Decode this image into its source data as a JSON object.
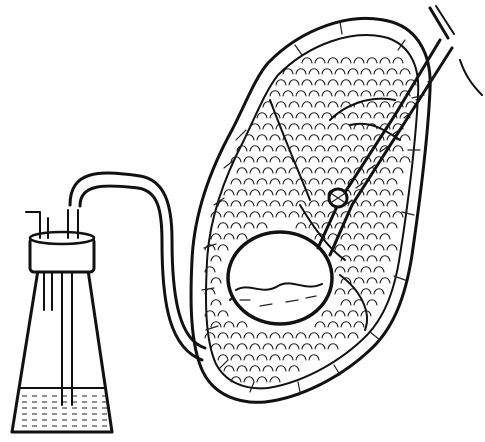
{
  "figure": {
    "type": "line-drawing illustration",
    "colors": {
      "ink": "#111111",
      "paper": "#ffffff"
    },
    "components": [
      {
        "id": "collection-bottle",
        "icon": "drainage-flask-icon"
      },
      {
        "id": "bottle-stopper",
        "icon": "rubber-stopper-icon"
      },
      {
        "id": "drainage-tube",
        "icon": "tube-icon"
      },
      {
        "id": "organ-section",
        "icon": "organ-cross-section-icon"
      },
      {
        "id": "cyst-cavity",
        "icon": "cavity-icon"
      },
      {
        "id": "catheter",
        "icon": "catheter-icon"
      }
    ]
  }
}
